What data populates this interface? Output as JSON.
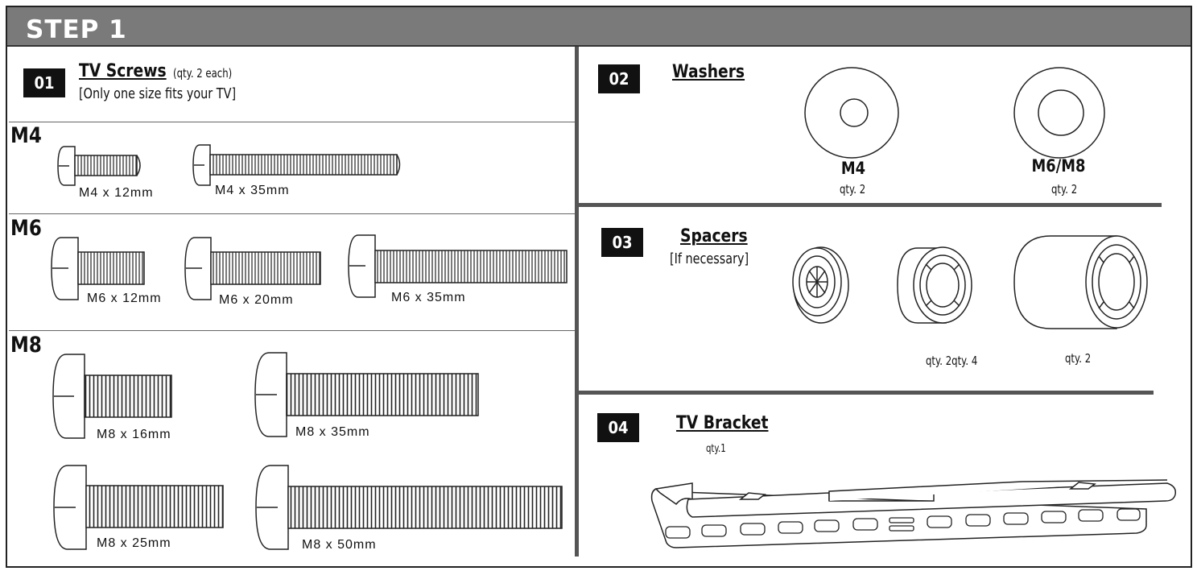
{
  "header": {
    "step_title": "STEP 1"
  },
  "section_01": {
    "badge": "01",
    "title": "TV Screws",
    "qty": "(qty. 2 each)",
    "note": "[Only one size fits your TV]",
    "groups": [
      {
        "label": "M4",
        "screws": [
          "M4 x 12mm",
          "M4 x 35mm"
        ]
      },
      {
        "label": "M6",
        "screws": [
          "M6 x 12mm",
          "M6 x 20mm",
          "M6 x 35mm"
        ]
      },
      {
        "label": "M8",
        "screws": [
          "M8 x 16mm",
          "M8 x 35mm",
          "M8 x 25mm",
          "M8 x 50mm"
        ]
      }
    ]
  },
  "section_02": {
    "badge": "02",
    "title": "Washers",
    "items": [
      {
        "label": "M4",
        "qty": "qty. 2"
      },
      {
        "label": "M6/M8",
        "qty": "qty. 2"
      }
    ]
  },
  "section_03": {
    "badge": "03",
    "title": "Spacers",
    "note": "[If necessary]",
    "qty_left": "qty. 2qty. 4",
    "qty_right": "qty. 2"
  },
  "section_04": {
    "badge": "04",
    "title": "TV Bracket",
    "qty": "qty.1"
  }
}
